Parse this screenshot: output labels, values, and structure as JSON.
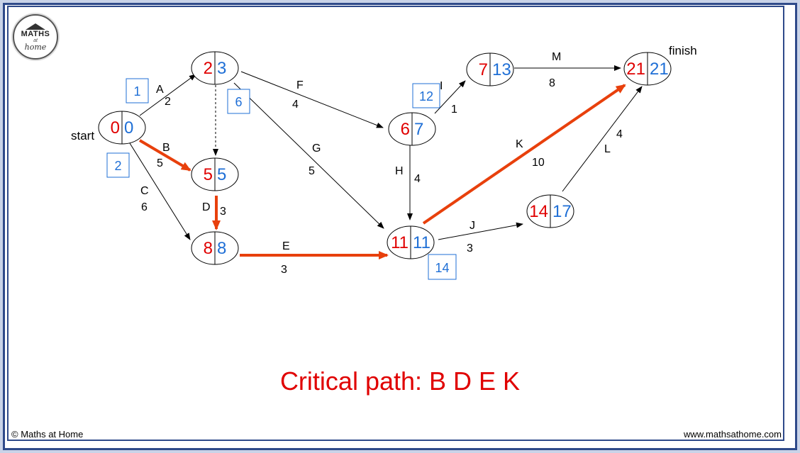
{
  "logo": {
    "line1": "MATHS",
    "line2": "at",
    "line3": "home"
  },
  "labels": {
    "start": "start",
    "finish": "finish"
  },
  "nodes": [
    {
      "id": "n0",
      "early": "0",
      "late": "0"
    },
    {
      "id": "n2",
      "early": "2",
      "late": "3"
    },
    {
      "id": "n5",
      "early": "5",
      "late": "5"
    },
    {
      "id": "n8",
      "early": "8",
      "late": "8"
    },
    {
      "id": "n6",
      "early": "6",
      "late": "7"
    },
    {
      "id": "n11",
      "early": "11",
      "late": "11"
    },
    {
      "id": "n7",
      "early": "7",
      "late": "13"
    },
    {
      "id": "n14",
      "early": "14",
      "late": "17"
    },
    {
      "id": "n21",
      "early": "21",
      "late": "21"
    }
  ],
  "activities": [
    {
      "name": "A",
      "duration": "2",
      "critical": false
    },
    {
      "name": "B",
      "duration": "5",
      "critical": true
    },
    {
      "name": "C",
      "duration": "6",
      "critical": false
    },
    {
      "name": "D",
      "duration": "3",
      "critical": true
    },
    {
      "name": "E",
      "duration": "3",
      "critical": true
    },
    {
      "name": "F",
      "duration": "4",
      "critical": false
    },
    {
      "name": "G",
      "duration": "5",
      "critical": false
    },
    {
      "name": "H",
      "duration": "4",
      "critical": false
    },
    {
      "name": "I",
      "duration": "1",
      "critical": false
    },
    {
      "name": "J",
      "duration": "3",
      "critical": false
    },
    {
      "name": "K",
      "duration": "10",
      "critical": true
    },
    {
      "name": "L",
      "duration": "4",
      "critical": false
    },
    {
      "name": "M",
      "duration": "8",
      "critical": false
    }
  ],
  "boxes": [
    "1",
    "2",
    "6",
    "12",
    "14"
  ],
  "critical_path_text": "Critical path:  B D E K",
  "footer": {
    "left": "© Maths at Home",
    "right": "www.mathsathome.com"
  },
  "colors": {
    "early": "#e00000",
    "late": "#1f6fd6",
    "critical": "#e8400c",
    "border": "#2f4a8a"
  }
}
